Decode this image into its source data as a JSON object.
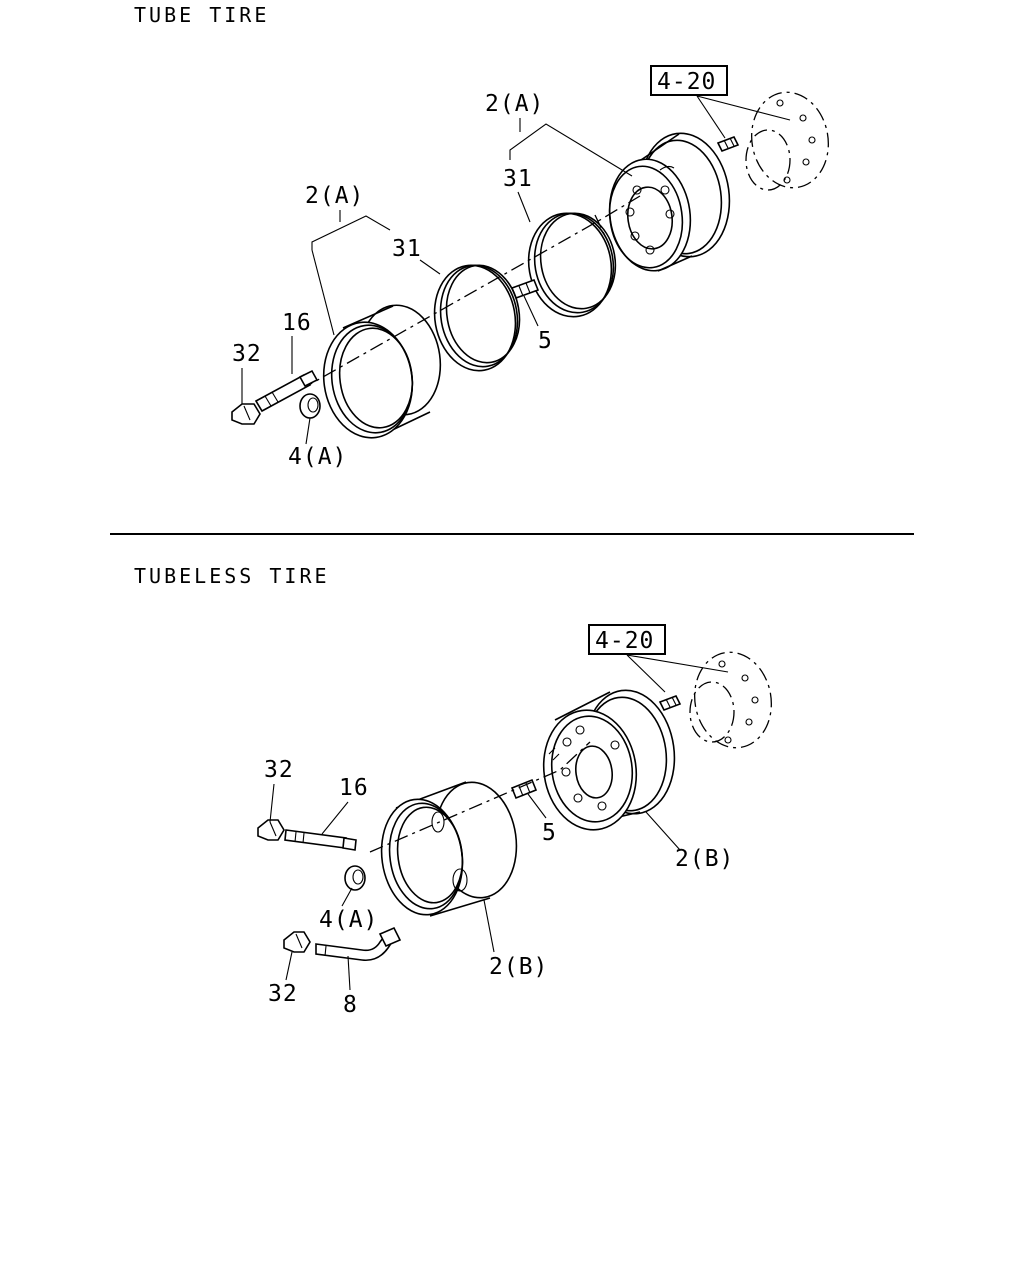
{
  "sections": [
    {
      "title": "TUBE TIRE",
      "labels": {
        "ref_box": "4-20",
        "rim_a_upper": "2(A)",
        "ring_upper": "31",
        "rim_a_lower": "2(A)",
        "ring_lower": "31",
        "valve_stem": "16",
        "cap": "32",
        "nut": "4(A)",
        "stud": "5"
      }
    },
    {
      "title": "TUBELESS TIRE",
      "labels": {
        "ref_box": "4-20",
        "cap_upper": "32",
        "valve_stem": "16",
        "stud": "5",
        "rim_b_inner": "2(B)",
        "nut": "4(A)",
        "rim_b_outer": "2(B)",
        "cap_lower": "32",
        "extension": "8"
      }
    }
  ],
  "colors": {
    "ink": "#000000",
    "paper": "#ffffff"
  }
}
